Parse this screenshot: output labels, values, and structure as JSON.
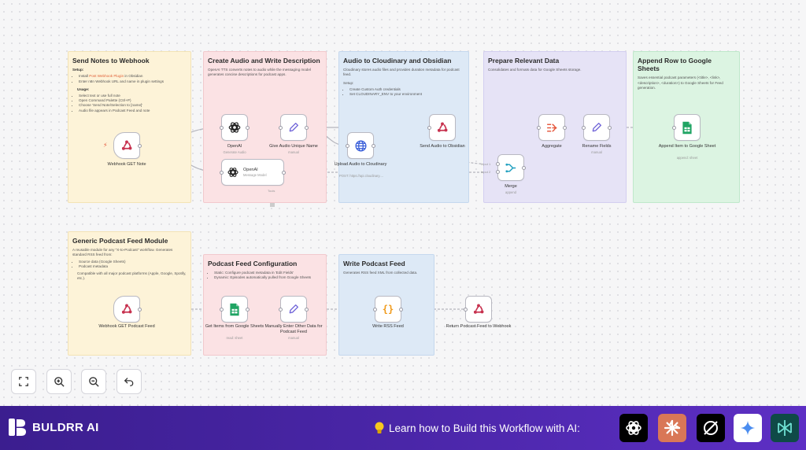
{
  "stickies": {
    "send_notes": {
      "title": "Send Notes to Webhook",
      "setup_label": "Setup:",
      "setup_items": [
        "Install ",
        "Post Webhook Plugin",
        " in Obsidian",
        "Enter n8n Webhook URL and name in plugin settings"
      ],
      "usage_label": "Usage:",
      "usage_items": [
        "Select text or use full note",
        "Open Command Palette (Ctrl+P)",
        "Choose 'Send Note/Selection to [name]'",
        "Audio file appears in Podcast Feed and note"
      ]
    },
    "create_audio": {
      "title": "Create Audio and Write Description",
      "desc": "OpenAI TTS converts notes to audio while the messaging model generates concise descriptions for podcast apps."
    },
    "cloudinary": {
      "title": "Audio to Cloudinary and Obsidian",
      "desc": "Cloudinary stores audio files and provides duration metadata for podcast feed.",
      "setup_label": "Setup:",
      "items": [
        "Create Custom Auth credentials",
        "Set CLOUDINARY_ENV to your environment"
      ]
    },
    "prepare": {
      "title": "Prepare Relevant Data",
      "desc": "Consolidates and formats data for Google Sheets storage."
    },
    "append": {
      "title": "Append Row to Google Sheets",
      "desc": "Saves essential podcast parameters (<title>, <link>, <description>, <duration>) to Google Sheets for Feed generation."
    },
    "generic": {
      "title": "Generic Podcast Feed Module",
      "desc": "A reusable module for any \"X-to-Podcast\" workflow. Generates standard RSS feed from:",
      "items": [
        "Source data (Google Sheets)",
        "Podcast metadata"
      ],
      "compat": "Compatible with all major podcast platforms (Apple, Google, Spotify, etc.)."
    },
    "feed_config": {
      "title": "Podcast Feed Configuration",
      "items": [
        "Static: Configure podcast metadata in 'Edit Fields'",
        "Dynamic: Episodes automatically pulled from Google Sheets"
      ]
    },
    "write_feed": {
      "title": "Write Podcast Feed",
      "desc": "Generates RSS feed XML from collected data."
    }
  },
  "nodes": {
    "webhook_get_note": {
      "label": "Webhook GET Note",
      "icon": "webhook-icon"
    },
    "openai_audio": {
      "label": "OpenAI",
      "sub": "Generate Audio",
      "icon": "openai-icon"
    },
    "give_audio_name": {
      "label": "Give Audio Unique Name",
      "sub": "manual",
      "icon": "pencil-icon"
    },
    "openai_message": {
      "label": "OpenAI",
      "sub": "Message Model",
      "icon": "openai-icon"
    },
    "upload_cloudinary": {
      "label": "Upload Audio to Cloudinary",
      "sub": "POST: https://api.cloudinary....",
      "icon": "globe-icon"
    },
    "send_obsidian": {
      "label": "Send Audio to Obsidian",
      "icon": "webhook-icon"
    },
    "merge": {
      "label": "Merge",
      "sub": "append",
      "icon": "merge-icon"
    },
    "aggregate": {
      "label": "Aggregate",
      "icon": "aggregate-icon"
    },
    "rename_fields": {
      "label": "Rename Fields",
      "sub": "manual",
      "icon": "pencil-icon"
    },
    "append_sheet": {
      "label": "Append Item to Google Sheet",
      "sub": "append: sheet",
      "icon": "sheets-icon"
    },
    "webhook_get_feed": {
      "label": "Webhook GET Podcast Feed",
      "icon": "webhook-icon"
    },
    "get_items_sheets": {
      "label": "Get Items from Google Sheets",
      "sub": "read: sheet",
      "icon": "sheets-icon"
    },
    "manual_enter": {
      "label": "Manually Enter Other Data for Podcast Feed",
      "sub": "manual",
      "icon": "pencil-icon"
    },
    "write_rss": {
      "label": "Write RSS Feed",
      "icon": "code-icon"
    },
    "return_feed": {
      "label": "Return Podcast Feed to Webhook",
      "icon": "webhook-icon"
    }
  },
  "edge_labels": {
    "tools": "Tools",
    "input1": "Input 1",
    "input2": "Input 2"
  },
  "controls": [
    "fit-view",
    "zoom-in",
    "zoom-out",
    "undo"
  ],
  "footer": {
    "brand": "BULDRR AI",
    "cta": "Learn how to Build this Workflow with AI:",
    "ai_icons": [
      "chatgpt-icon",
      "claude-icon",
      "perplexity-icon",
      "gemini-icon",
      "grok-icon"
    ]
  },
  "colors": {
    "yellow_sticky": "#fdf3d8",
    "pink_sticky": "#fbe2e4",
    "blue_sticky": "#dde9f6",
    "purple_sticky": "#e6e3f6",
    "green_sticky": "#dcf4e2",
    "footer": "#4a26a8",
    "trigger_bolt": "#e4553a"
  }
}
